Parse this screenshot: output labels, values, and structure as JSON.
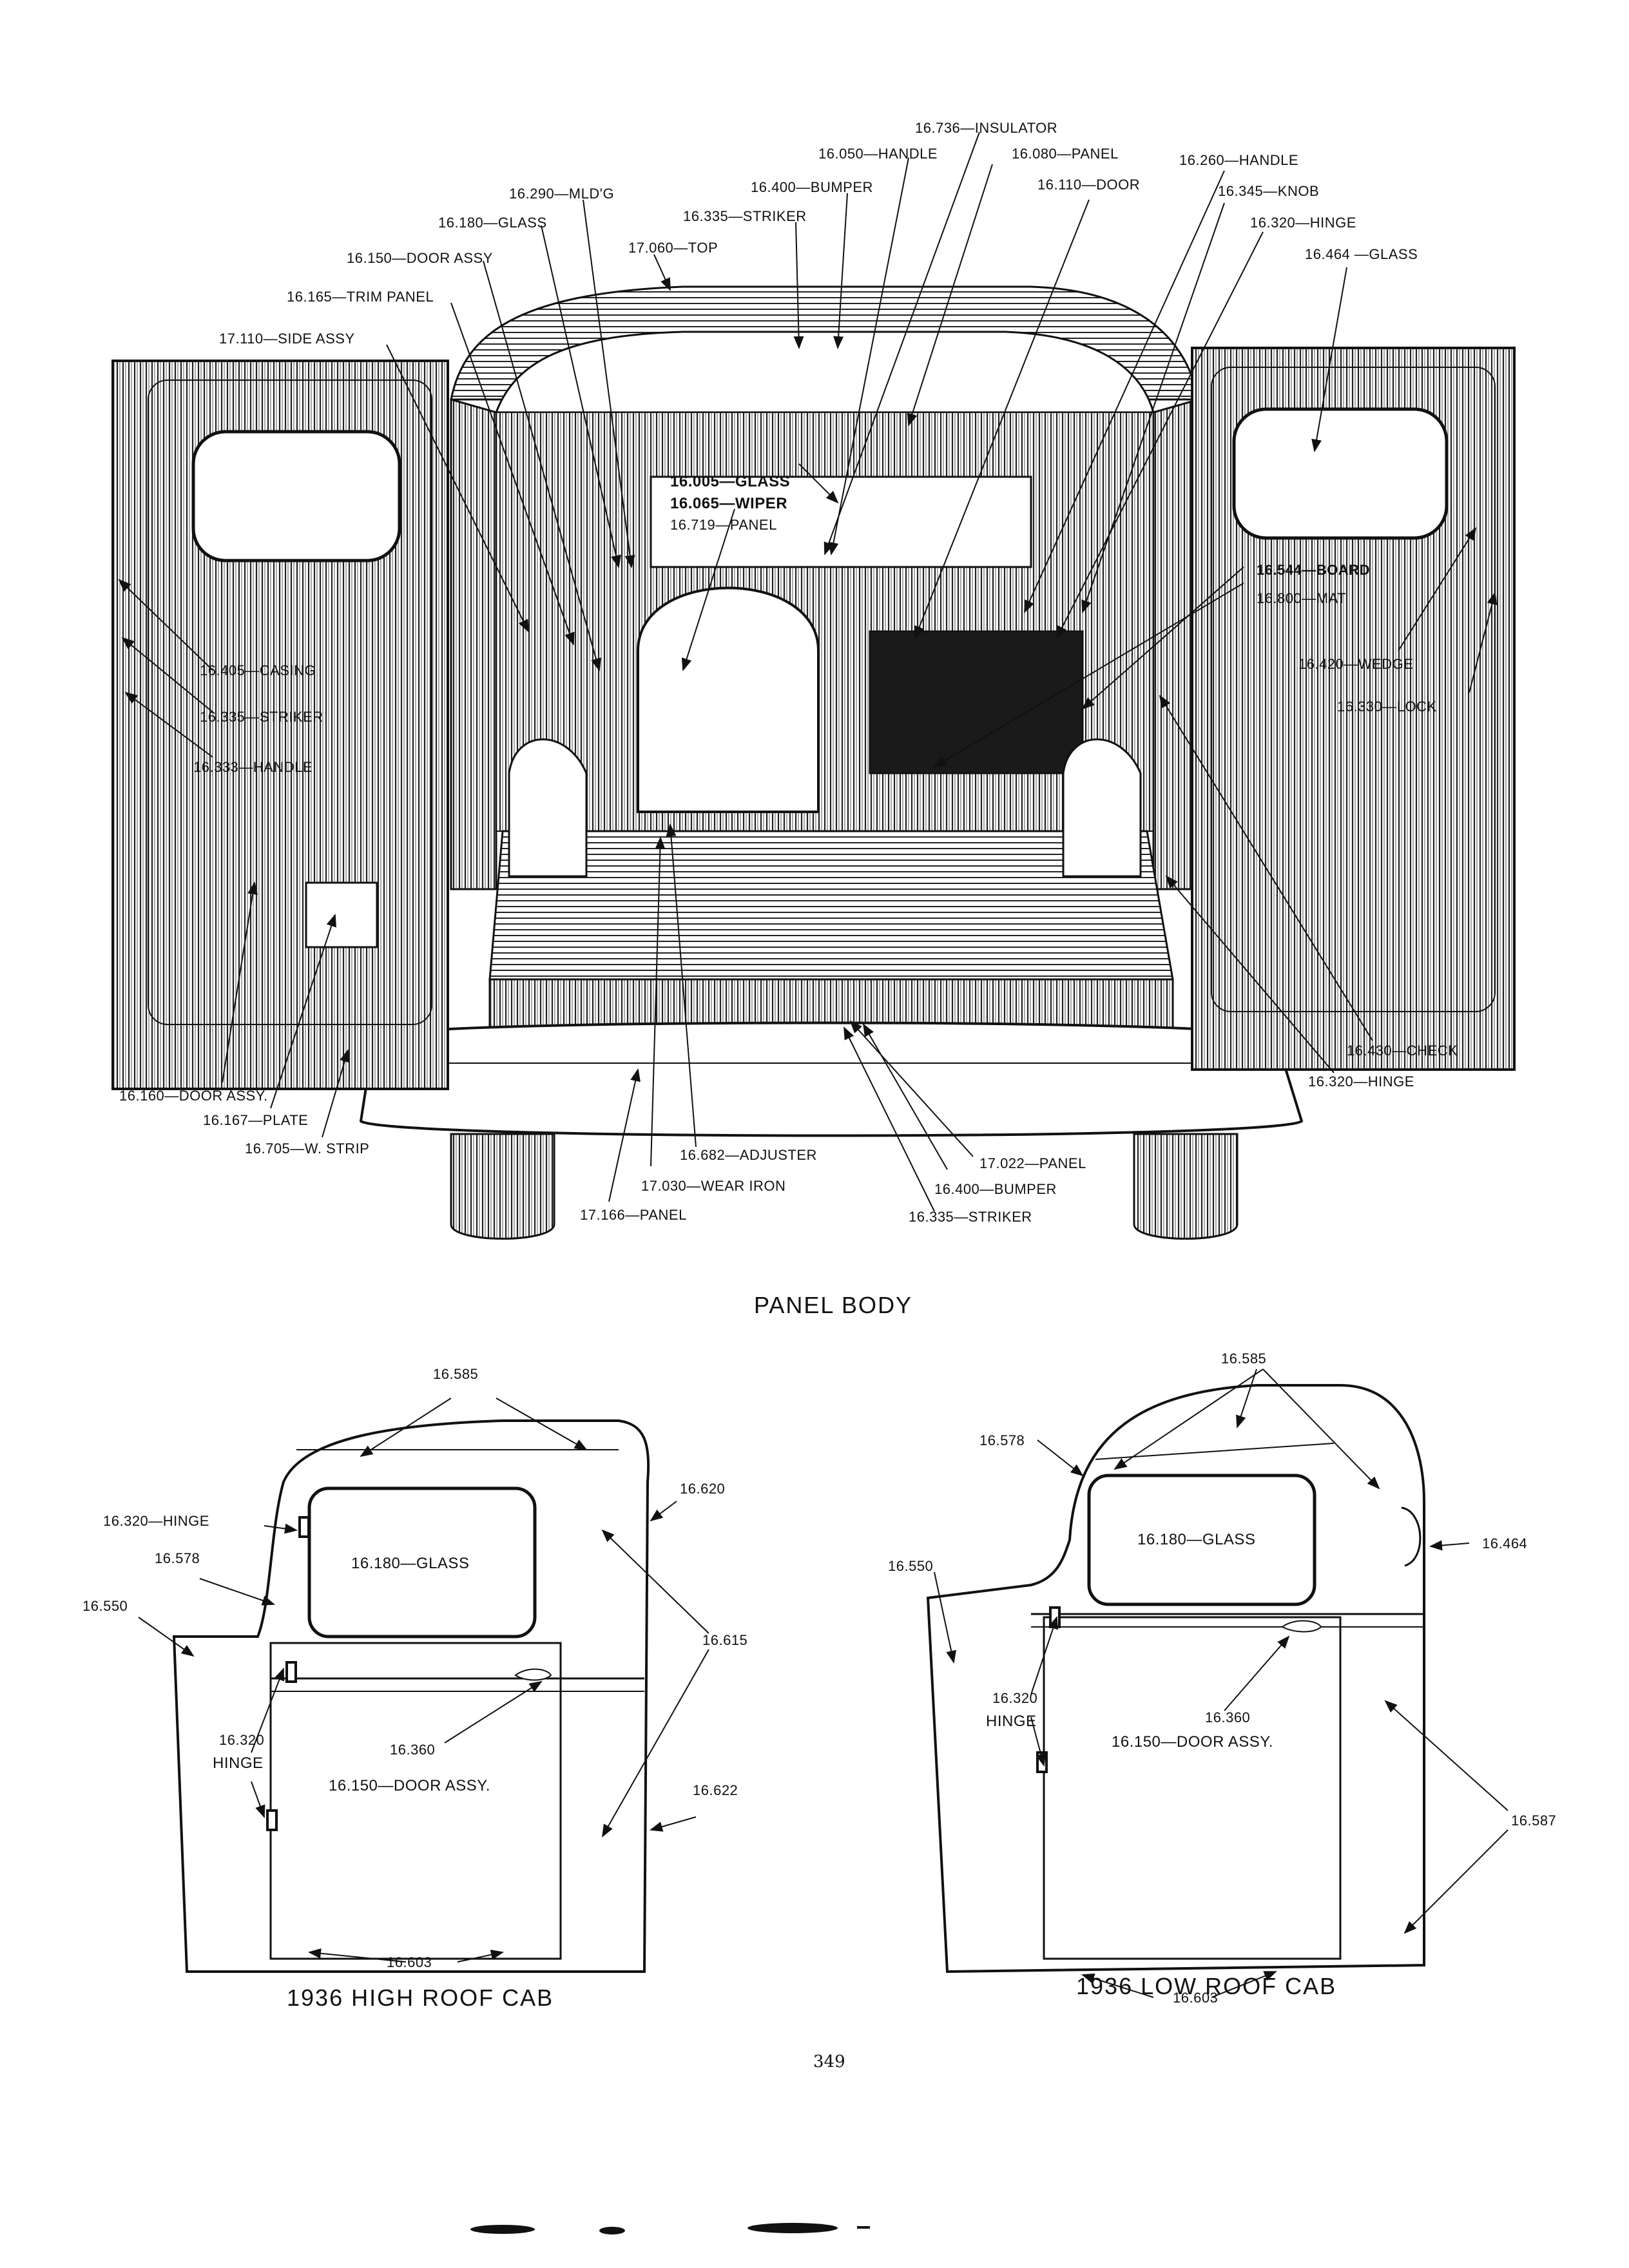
{
  "captions": {
    "panel_body": "PANEL BODY",
    "high_roof": "1936 HIGH ROOF CAB",
    "low_roof": "1936 LOW ROOF CAB",
    "page_number": "349"
  },
  "panel_labels": {
    "l16736": "16.736—INSULATOR",
    "l16050": "16.050—HANDLE",
    "l16080": "16.080—PANEL",
    "l16260": "16.260—HANDLE",
    "l16290": "16.290—MLD'G",
    "l16400a": "16.400—BUMPER",
    "l16110": "16.110—DOOR",
    "l16345": "16.345—KNOB",
    "l16180": "16.180—GLASS",
    "l16335a": "16.335—STRIKER",
    "l16320a": "16.320—HINGE",
    "l16150": "16.150—DOOR ASSY",
    "l17060": "17.060—TOP",
    "l16464": "16.464 —GLASS",
    "l16165": "16.165—TRIM PANEL",
    "l17110": "17.110—SIDE ASSY",
    "l16005": "16.005—GLASS",
    "l16065": "16.065—WIPER",
    "l16719": "16.719—PANEL",
    "l16544": "16.544—BOARD",
    "l16800": "16.800—MAT",
    "l16405": "16.405—CASING",
    "l16335b": "16.335—STRIKER",
    "l16333": "16.333—HANDLE",
    "l16420": "16.420—WEDGE",
    "l16330": "16.330—LOCK",
    "l16430": "16.430—CHECK",
    "l16320b": "16.320—HINGE",
    "l16160": "16.160—DOOR ASSY.",
    "l16167": "16.167—PLATE",
    "l16705": "16.705—W. STRIP",
    "l16682": "16.682—ADJUSTER",
    "l17030": "17.030—WEAR IRON",
    "l17166": "17.166—PANEL",
    "l17022": "17.022—PANEL",
    "l16400b": "16.400—BUMPER",
    "l16335c": "16.335—STRIKER"
  },
  "high_roof_labels": {
    "l16585": "16.585",
    "l16320": "16.320—HINGE",
    "l16620": "16.620",
    "l16578": "16.578",
    "l16180": "16.180—GLASS",
    "l16550": "16.550",
    "l16615": "16.615",
    "l16320b": "16.320",
    "lhinge": "HINGE",
    "l16360": "16.360",
    "l16150": "16.150—DOOR ASSY.",
    "l16622": "16.622",
    "l16603": "16.603"
  },
  "low_roof_labels": {
    "l16585": "16.585",
    "l16578": "16.578",
    "l16550": "16.550",
    "l16180": "16.180—GLASS",
    "l16464": "16.464",
    "l16320": "16.320",
    "lhinge": "HINGE",
    "l16360": "16.360",
    "l16150": "16.150—DOOR ASSY.",
    "l16587": "16.587",
    "l16603": "16.603"
  }
}
